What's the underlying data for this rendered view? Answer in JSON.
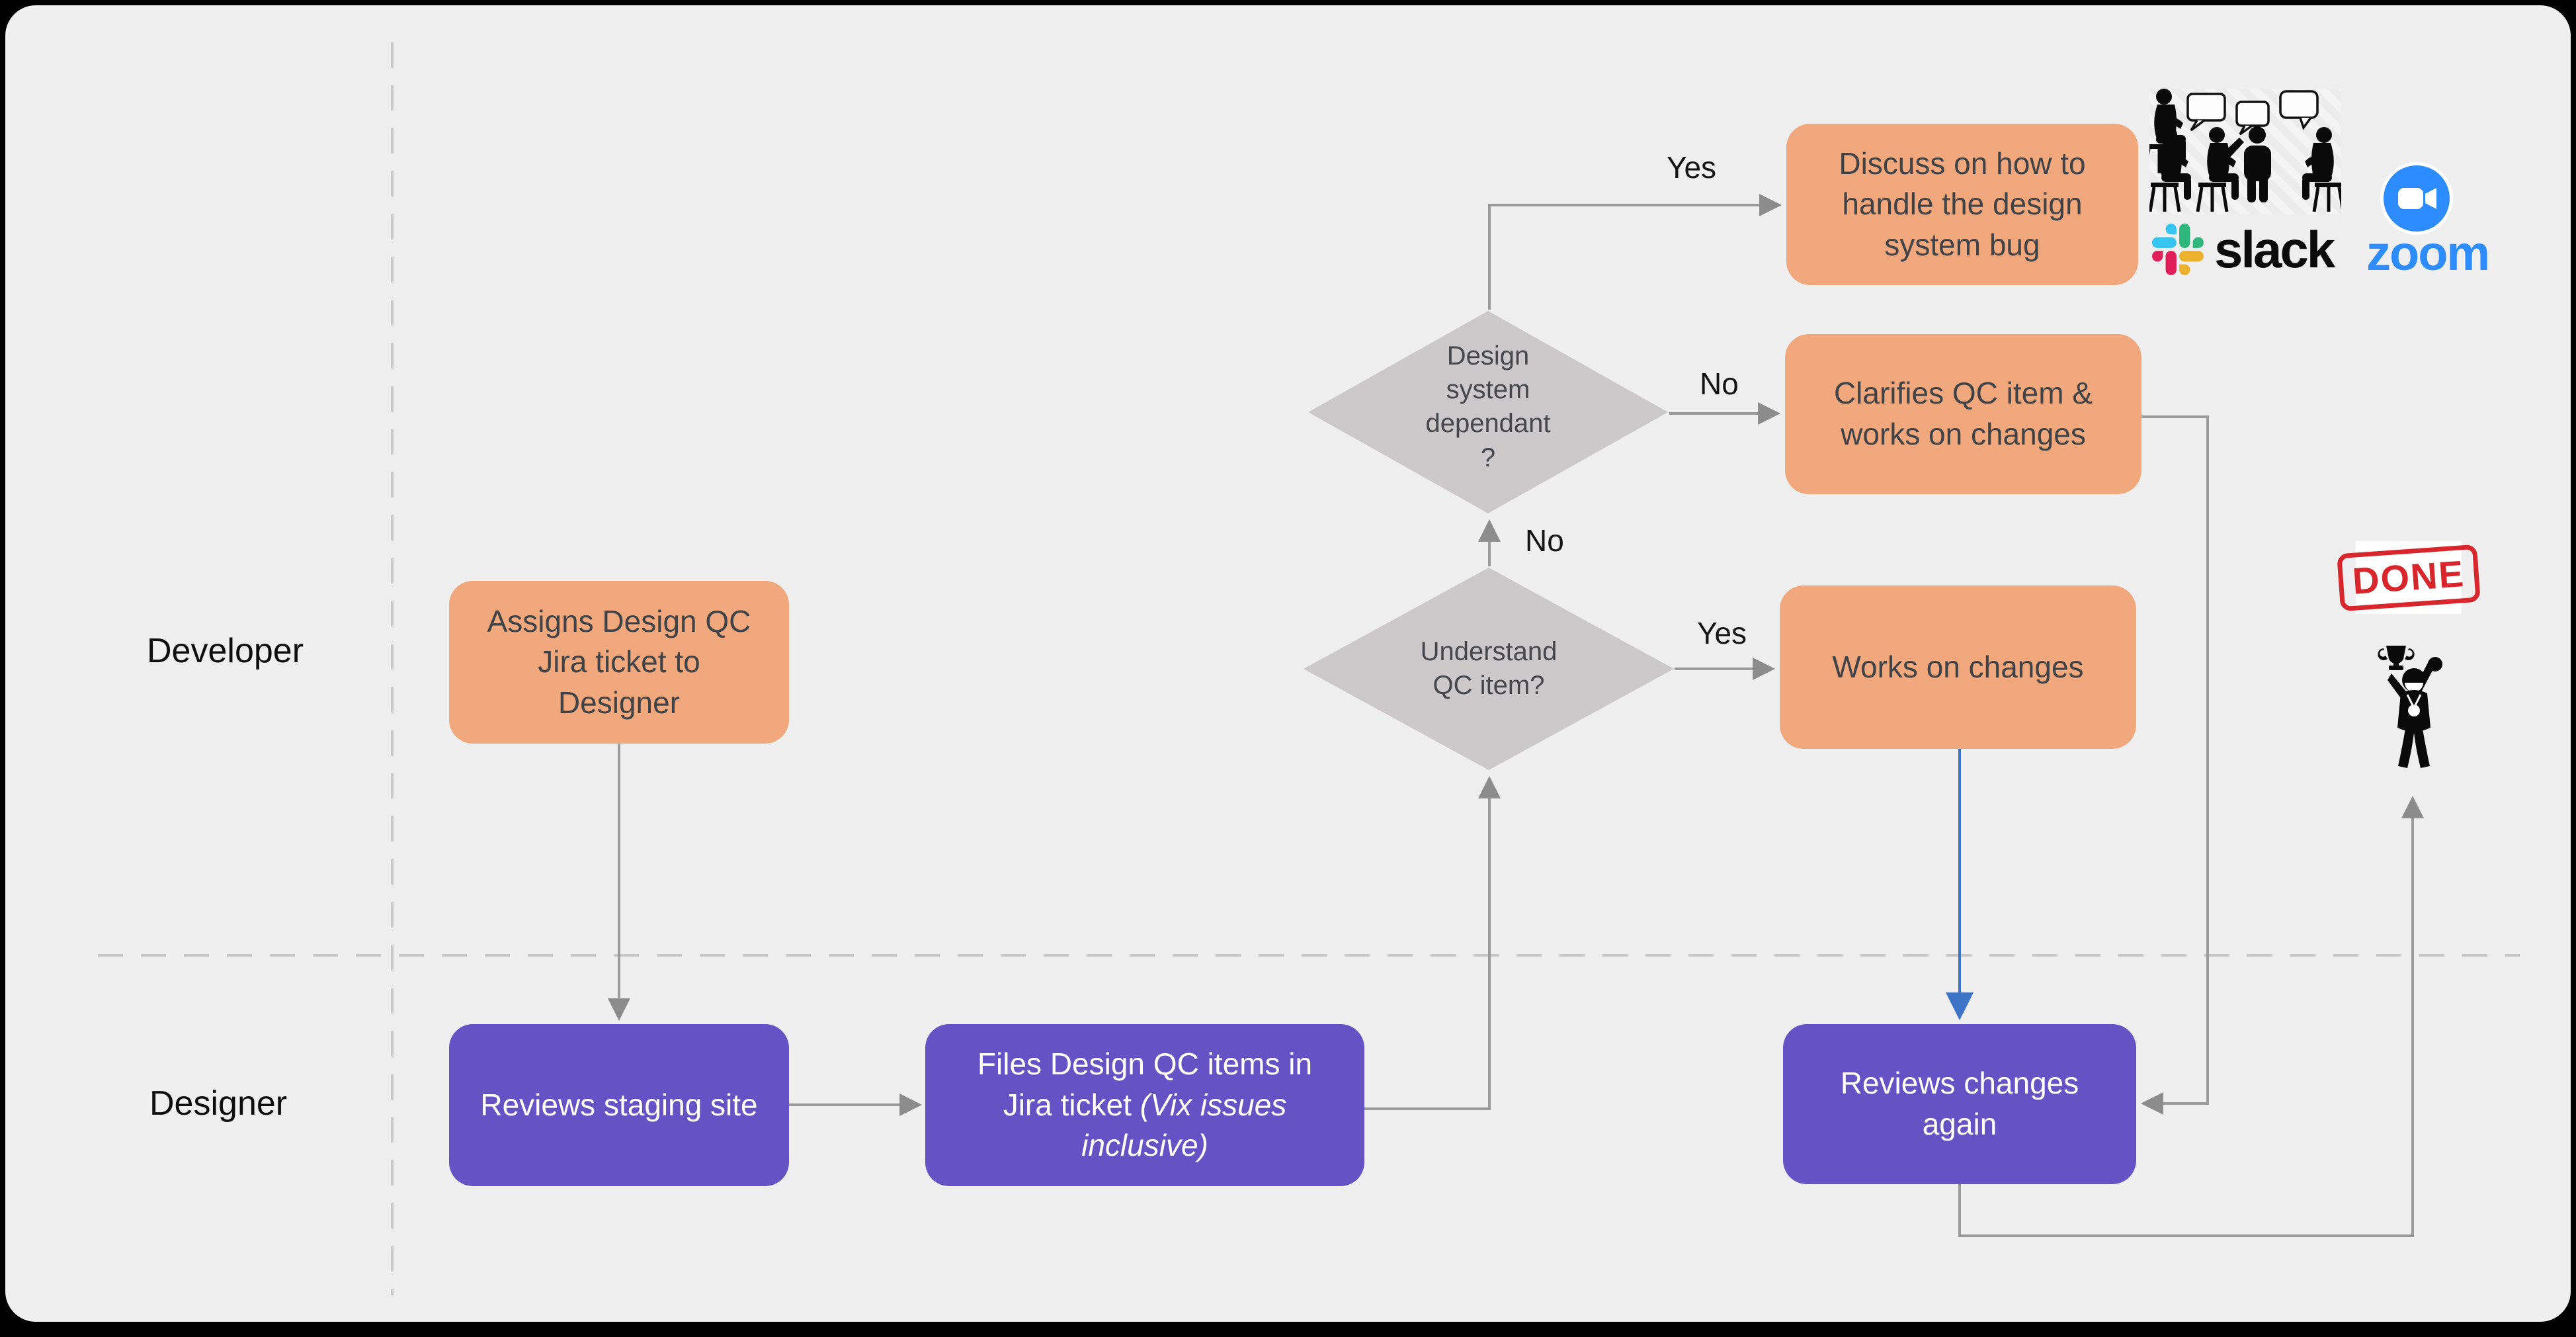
{
  "lanes": {
    "developer": "Developer",
    "designer": "Designer"
  },
  "nodes": {
    "assigns": "Assigns Design QC Jira ticket to Designer",
    "reviews_staging": "Reviews staging site",
    "files_qc_main": "Files Design QC items in Jira ticket ",
    "files_qc_italic": "(Vix issues inclusive)",
    "discuss": "Discuss on how to handle the design system bug",
    "clarifies": "Clarifies QC item & works on changes",
    "works": "Works on changes",
    "reviews_again": "Reviews changes again",
    "design_system_lines": [
      "Design",
      "system",
      "dependant",
      "?"
    ],
    "understand_lines": [
      "Understand",
      "QC item?"
    ]
  },
  "edge_labels": {
    "design_yes": "Yes",
    "design_no": "No",
    "understand_no": "No",
    "understand_yes": "Yes"
  },
  "logos": {
    "slack_text": "slack",
    "zoom_text": "zoom"
  },
  "stamp": {
    "text": "DONE"
  },
  "icons": {
    "people": "people-discussion-icon",
    "slack": "slack-pinwheel-icon",
    "zoom": "zoom-video-camera-icon",
    "winner": "celebration-trophy-person-icon",
    "done": "done-stamp"
  },
  "colors": {
    "canvas-bg": "#F0EFEF",
    "node-orange": "#F2A87D",
    "node-purple": "#6552C4",
    "decision-gray": "#CBC9C9",
    "connector-gray": "#9B9B9B",
    "arrowhead-gray": "#8C8C8C",
    "connector-blue": "#3E74C8",
    "dash-gray": "#C7C7C7",
    "zoom-blue": "#2D8CFF",
    "stamp-red": "#D8262C",
    "slack-blue": "#36C5F0",
    "slack-green": "#2EB67D",
    "slack-yellow": "#ECB22E",
    "slack-red": "#E01E5A",
    "text-dark": "#3F4347",
    "text-white": "#FFFFFF"
  }
}
